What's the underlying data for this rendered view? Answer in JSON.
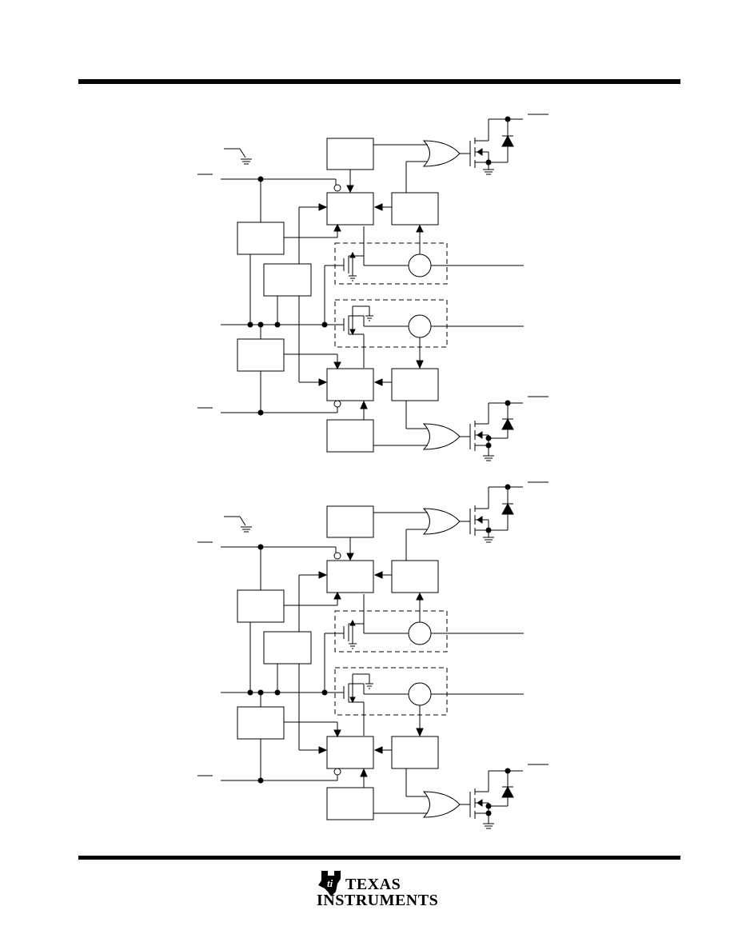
{
  "document": {
    "brand": {
      "name_line1": "Texas",
      "name_line2": "Instruments",
      "logo_icon": "ti-state-logo-icon"
    },
    "figures": [
      {
        "id": "upper-logic-diagram"
      },
      {
        "id": "lower-logic-diagram"
      }
    ]
  }
}
